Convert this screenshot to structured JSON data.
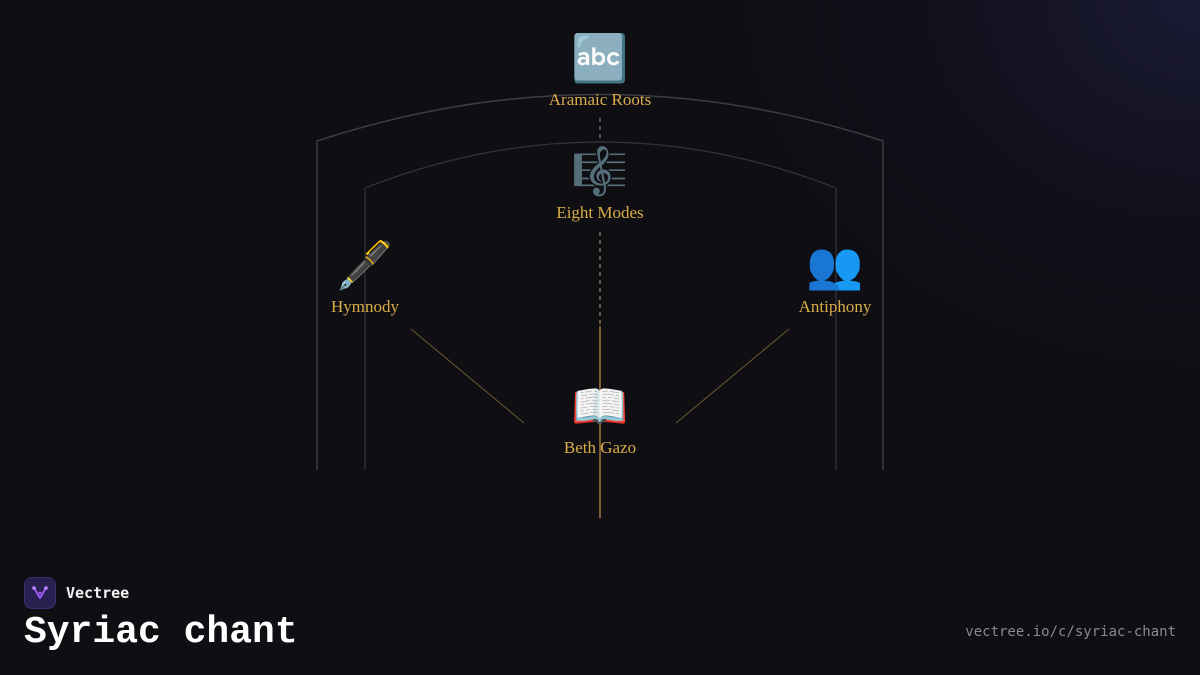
{
  "brand": {
    "name": "Vectree",
    "logo_color": "#9b5cf6"
  },
  "page": {
    "title": "Syriac chant",
    "url": "vectree.io/c/syriac-chant"
  },
  "colors": {
    "label": "#d9ad4a",
    "trunk": "#a07a3a",
    "arch": "#3c3c44"
  },
  "nodes": {
    "aramaic_roots": {
      "label": "Aramaic Roots",
      "icon": "🔤",
      "icon_name": "abc-letters-icon"
    },
    "eight_modes": {
      "label": "Eight Modes",
      "icon": "🎼",
      "icon_name": "musical-score-icon"
    },
    "hymnody": {
      "label": "Hymnody",
      "icon": "🖋️",
      "icon_name": "fountain-pen-icon"
    },
    "antiphony": {
      "label": "Antiphony",
      "icon": "👥",
      "icon_name": "people-icon"
    },
    "beth_gazo": {
      "label": "Beth Gazo",
      "icon": "📖",
      "icon_name": "open-book-icon"
    }
  }
}
